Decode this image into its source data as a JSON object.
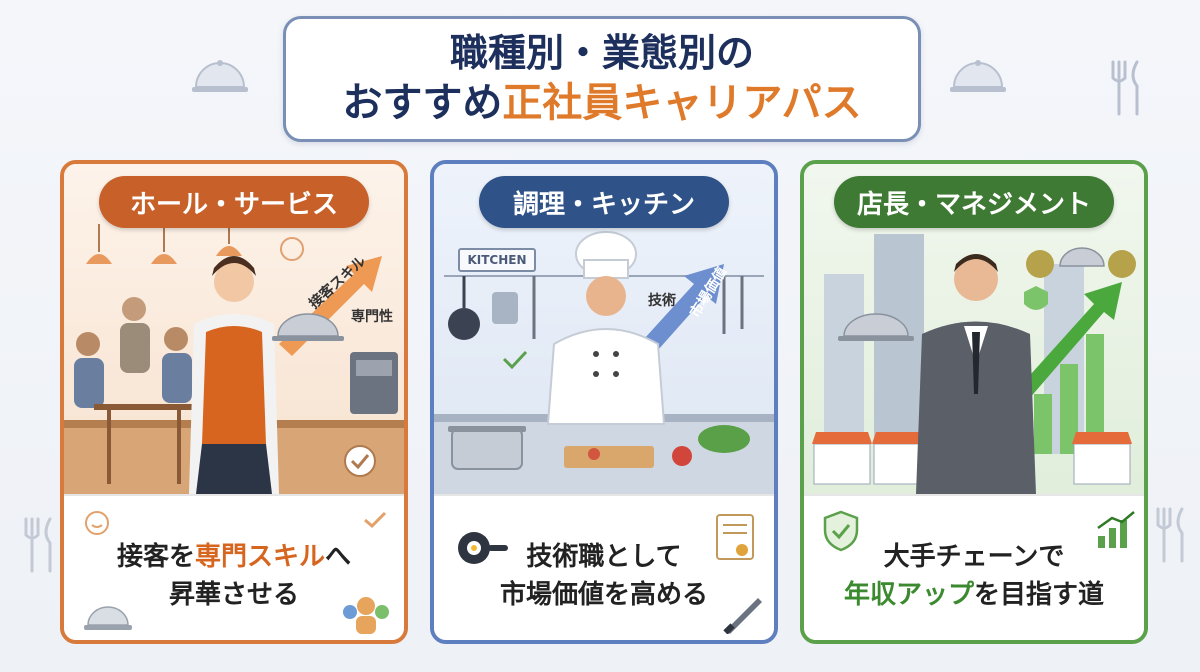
{
  "title": {
    "line1": "職種別・業態別の",
    "line2_prefix": "おすすめ",
    "line2_accent": "正社員キャリアパス"
  },
  "colors": {
    "hall_accent": "#c8602a",
    "kitchen_accent": "#2f5288",
    "manage_accent": "#3f7a35",
    "title_text": "#1d2f5c",
    "title_highlight": "#e07a2b"
  },
  "cards": {
    "hall": {
      "heading": "ホール・サービス",
      "arrow_label": "接客スキル",
      "side_label": "専門性",
      "line1_prefix": "接客を",
      "line1_highlight": "専門スキル",
      "line1_suffix": "へ",
      "line2": "昇華させる",
      "icons": [
        "pendant-lamp-icon",
        "smiley-icon",
        "checkmark-icon",
        "cloche-icon",
        "team-icon"
      ]
    },
    "kitchen": {
      "heading": "調理・キッチン",
      "sign": "KITCHEN",
      "arrow_label": "市場価値",
      "side_label": "技術",
      "line1": "技術職として",
      "line2": "市場価値を高める",
      "icons": [
        "frying-pan-icon",
        "certificate-icon",
        "knife-icon",
        "chef-hat-icon"
      ]
    },
    "manage": {
      "heading": "店長・マネジメント",
      "line1": "大手チェーンで",
      "line2_highlight": "年収アップ",
      "line2_suffix": "を目指す道",
      "icons": [
        "shield-check-icon",
        "bar-chart-icon",
        "money-bag-icon",
        "storefront-icon"
      ]
    }
  }
}
